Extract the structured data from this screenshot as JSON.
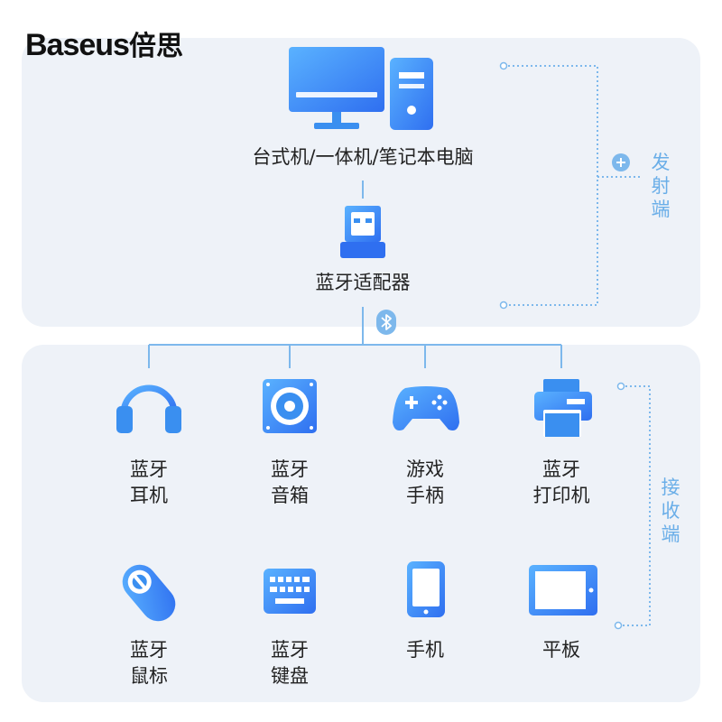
{
  "brand": {
    "latin": "Baseus",
    "chinese": "倍思"
  },
  "colors": {
    "accent": "#3a8ff0",
    "accent_light": "#5ab2ff",
    "line": "#7db8ec",
    "panel": "#eef2f8"
  },
  "sender": {
    "computer_label": "台式机/一体机/笔记本电脑",
    "adapter_label": "蓝牙适配器",
    "side_label": [
      "发",
      "射",
      "端"
    ]
  },
  "receiver": {
    "side_label": [
      "接",
      "收",
      "端"
    ],
    "devices": [
      {
        "icon": "headphones-icon",
        "lines": [
          "蓝牙",
          "耳机"
        ]
      },
      {
        "icon": "speaker-icon",
        "lines": [
          "蓝牙",
          "音箱"
        ]
      },
      {
        "icon": "gamepad-icon",
        "lines": [
          "游戏",
          "手柄"
        ]
      },
      {
        "icon": "printer-icon",
        "lines": [
          "蓝牙",
          "打印机"
        ]
      },
      {
        "icon": "mouse-icon",
        "lines": [
          "蓝牙",
          "鼠标"
        ]
      },
      {
        "icon": "keyboard-icon",
        "lines": [
          "蓝牙",
          "键盘"
        ]
      },
      {
        "icon": "phone-icon",
        "lines": [
          "手机"
        ]
      },
      {
        "icon": "tablet-icon",
        "lines": [
          "平板"
        ]
      }
    ]
  }
}
